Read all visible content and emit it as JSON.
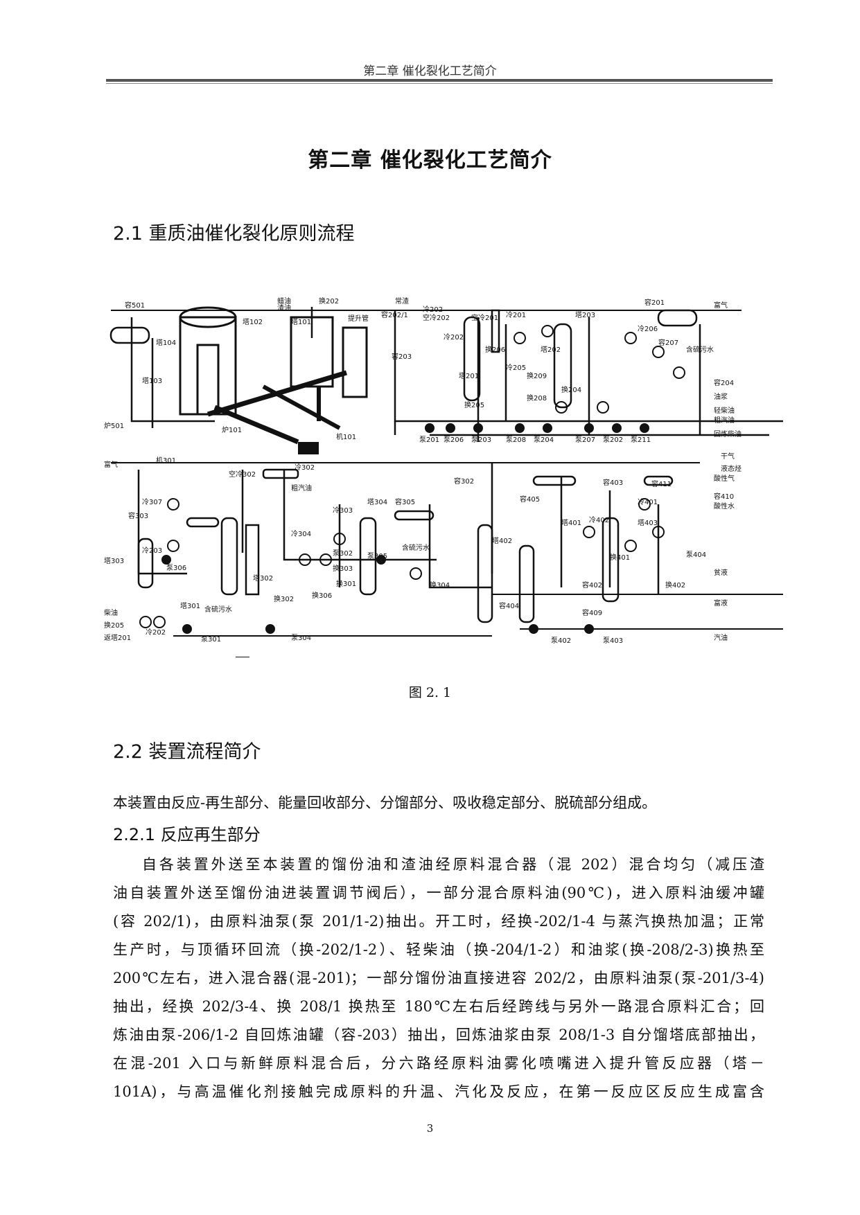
{
  "header": {
    "running_title": "第二章  催化裂化工艺简介"
  },
  "chapter_title": "第二章    催化裂化工艺简介",
  "section1": {
    "heading": "2.1 重质油催化裂化原则流程"
  },
  "figure": {
    "caption": "图 2. 1",
    "labels": [
      "容501",
      "塔104",
      "塔103",
      "炉501",
      "塔102",
      "蜡油",
      "渣油",
      "换202",
      "常渣",
      "容202/1",
      "冷202",
      "空冷202",
      "空冷201",
      "冷201",
      "容201",
      "富气",
      "塔101",
      "提升管",
      "炉101",
      "机101",
      "容203",
      "冷202",
      "泵201",
      "泵206",
      "泵203",
      "塔201",
      "换206",
      "冷205",
      "冷206",
      "容207",
      "含硫污水",
      "塔202",
      "换209",
      "换208",
      "换204",
      "塔203",
      "换205",
      "泵208",
      "泵204",
      "泵207",
      "泵202",
      "泵211",
      "油浆",
      "轻柴油",
      "粗汽油",
      "回炼柴油",
      "容204",
      "富气",
      "机301",
      "空冷302",
      "冷302",
      "冷307",
      "容303",
      "冷203",
      "塔303",
      "泵306",
      "塔301",
      "含硫污水",
      "柴油",
      "换205",
      "返塔201",
      "冷202",
      "泵301",
      "塔302",
      "换302",
      "换306",
      "换301",
      "泵304",
      "粗汽油",
      "冷303",
      "冷304",
      "塔304",
      "泵302",
      "换303",
      "容305",
      "含硫污水",
      "泵305",
      "换304",
      "容302",
      "干气",
      "液态烃",
      "容403",
      "容411",
      "冷401",
      "容410",
      "酸性气",
      "酸性水",
      "容405",
      "塔402",
      "塔401",
      "冷402",
      "塔403",
      "泵404",
      "贫液",
      "换401",
      "换402",
      "容402",
      "容404",
      "容409",
      "富液",
      "汽油",
      "泵402",
      "泵403"
    ]
  },
  "section2": {
    "heading": "2.2 装置流程简介"
  },
  "intro_text": "本装置由反应-再生部分、能量回收部分、分馏部分、吸收稳定部分、脱硫部分组成。",
  "subsection": {
    "heading": "2.2.1 反应再生部分"
  },
  "paragraph_lines": [
    "自各装置外送至本装置的馏份油和渣油经原料混合器（混 202）混合均匀（减压渣",
    "油自装置外送至馏份油进装置调节阀后），一部分混合原料油(90℃)，进入原料油缓冲罐",
    "(容 202/1)，由原料油泵(泵 201/1-2)抽出。开工时，经换-202/1-4 与蒸汽换热加温；正常",
    "生产时，与顶循环回流（换-202/1-2）、轻柴油（换-204/1-2）和油浆(换-208/2-3)换热至",
    "200℃左右，进入混合器(混-201)；一部分馏份油直接进容 202/2，由原料油泵(泵-201/3-4)",
    "抽出，经换 202/3-4、换 208/1 换热至 180℃左右后经跨线与另外一路混合原料汇合；回",
    "炼油由泵-206/1-2 自回炼油罐（容-203）抽出，回炼油浆由泵 208/1-3 自分馏塔底部抽出，",
    "在混-201 入口与新鲜原料混合后，分六路经原料油雾化喷嘴进入提升管反应器（塔－",
    "101A)，与高温催化剂接触完成原料的升温、汽化及反应，在第一反应区反应生成富含"
  ],
  "page_number": "3"
}
